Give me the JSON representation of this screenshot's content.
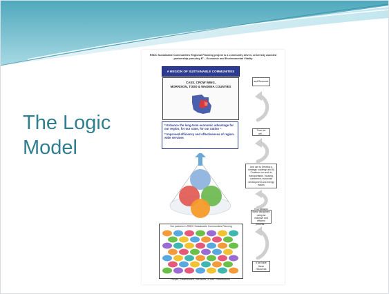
{
  "slide": {
    "title_line1": "The Logic",
    "title_line2": "Model"
  },
  "poster": {
    "header": "RSDC Sustainable Communities Regional Planning project is a community driven, university assisted partnership pursuing E² – Economic and Environmental Vitality",
    "region_banner": "A REGION OF SUSTAINABLE COMMUNITIES",
    "counties_line1": "CASS, CROW WING,",
    "counties_line2": "MORRISON, TODD & WADENA COUNTIES",
    "goal_1": "* Enhance the long-term economic advantage for our region, for our state, for our nation –",
    "goal_2": "* Improved efficiency and effectiveness of region-wide services",
    "partners_title": "Our partners in RSDC Sustainable Communities Planning",
    "people_caption": "People, Stakeholders, Attributes, & their Contributions",
    "right_steps": [
      "and Resource",
      "Then we will…",
      "And use to Develop a strategic roadmap and 5) Continue our work in transportation, housing, commerce, economic development and energy issues",
      "If we discuss these disciplines using an inclusive and efficient process…",
      "If we have these resources"
    ]
  },
  "colors": {
    "title": "#2f7f8f",
    "banner": "#2c3a8f",
    "teal_band": "#5fb7c9"
  }
}
